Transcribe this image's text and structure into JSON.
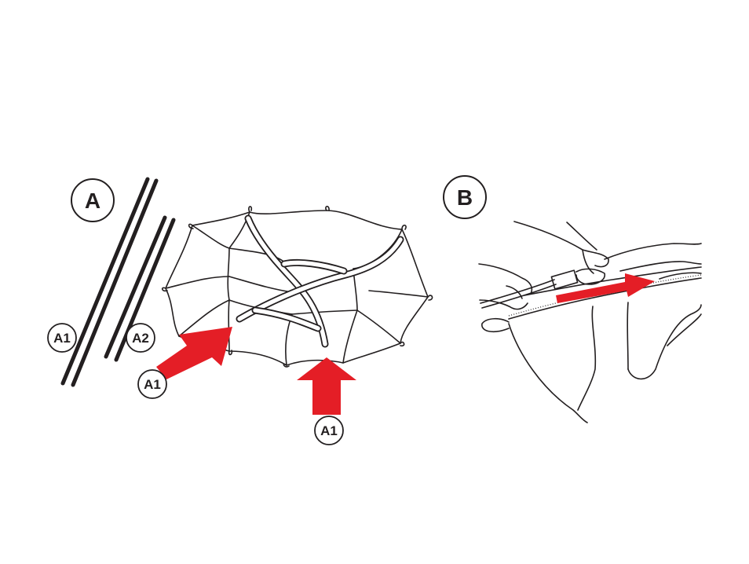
{
  "panels": [
    {
      "letter": "A"
    },
    {
      "letter": "B"
    }
  ],
  "callouts": {
    "pole_a1": "A1",
    "pole_a2": "A2",
    "arrow_left": "A1",
    "arrow_bottom": "A1"
  },
  "colors": {
    "line": "#231f20",
    "arrow": "#e41e26",
    "background": "#ffffff"
  },
  "icons": [
    "pole-icon",
    "tent-frame-icon",
    "hands-sleeve-icon",
    "red-arrow-icon"
  ]
}
